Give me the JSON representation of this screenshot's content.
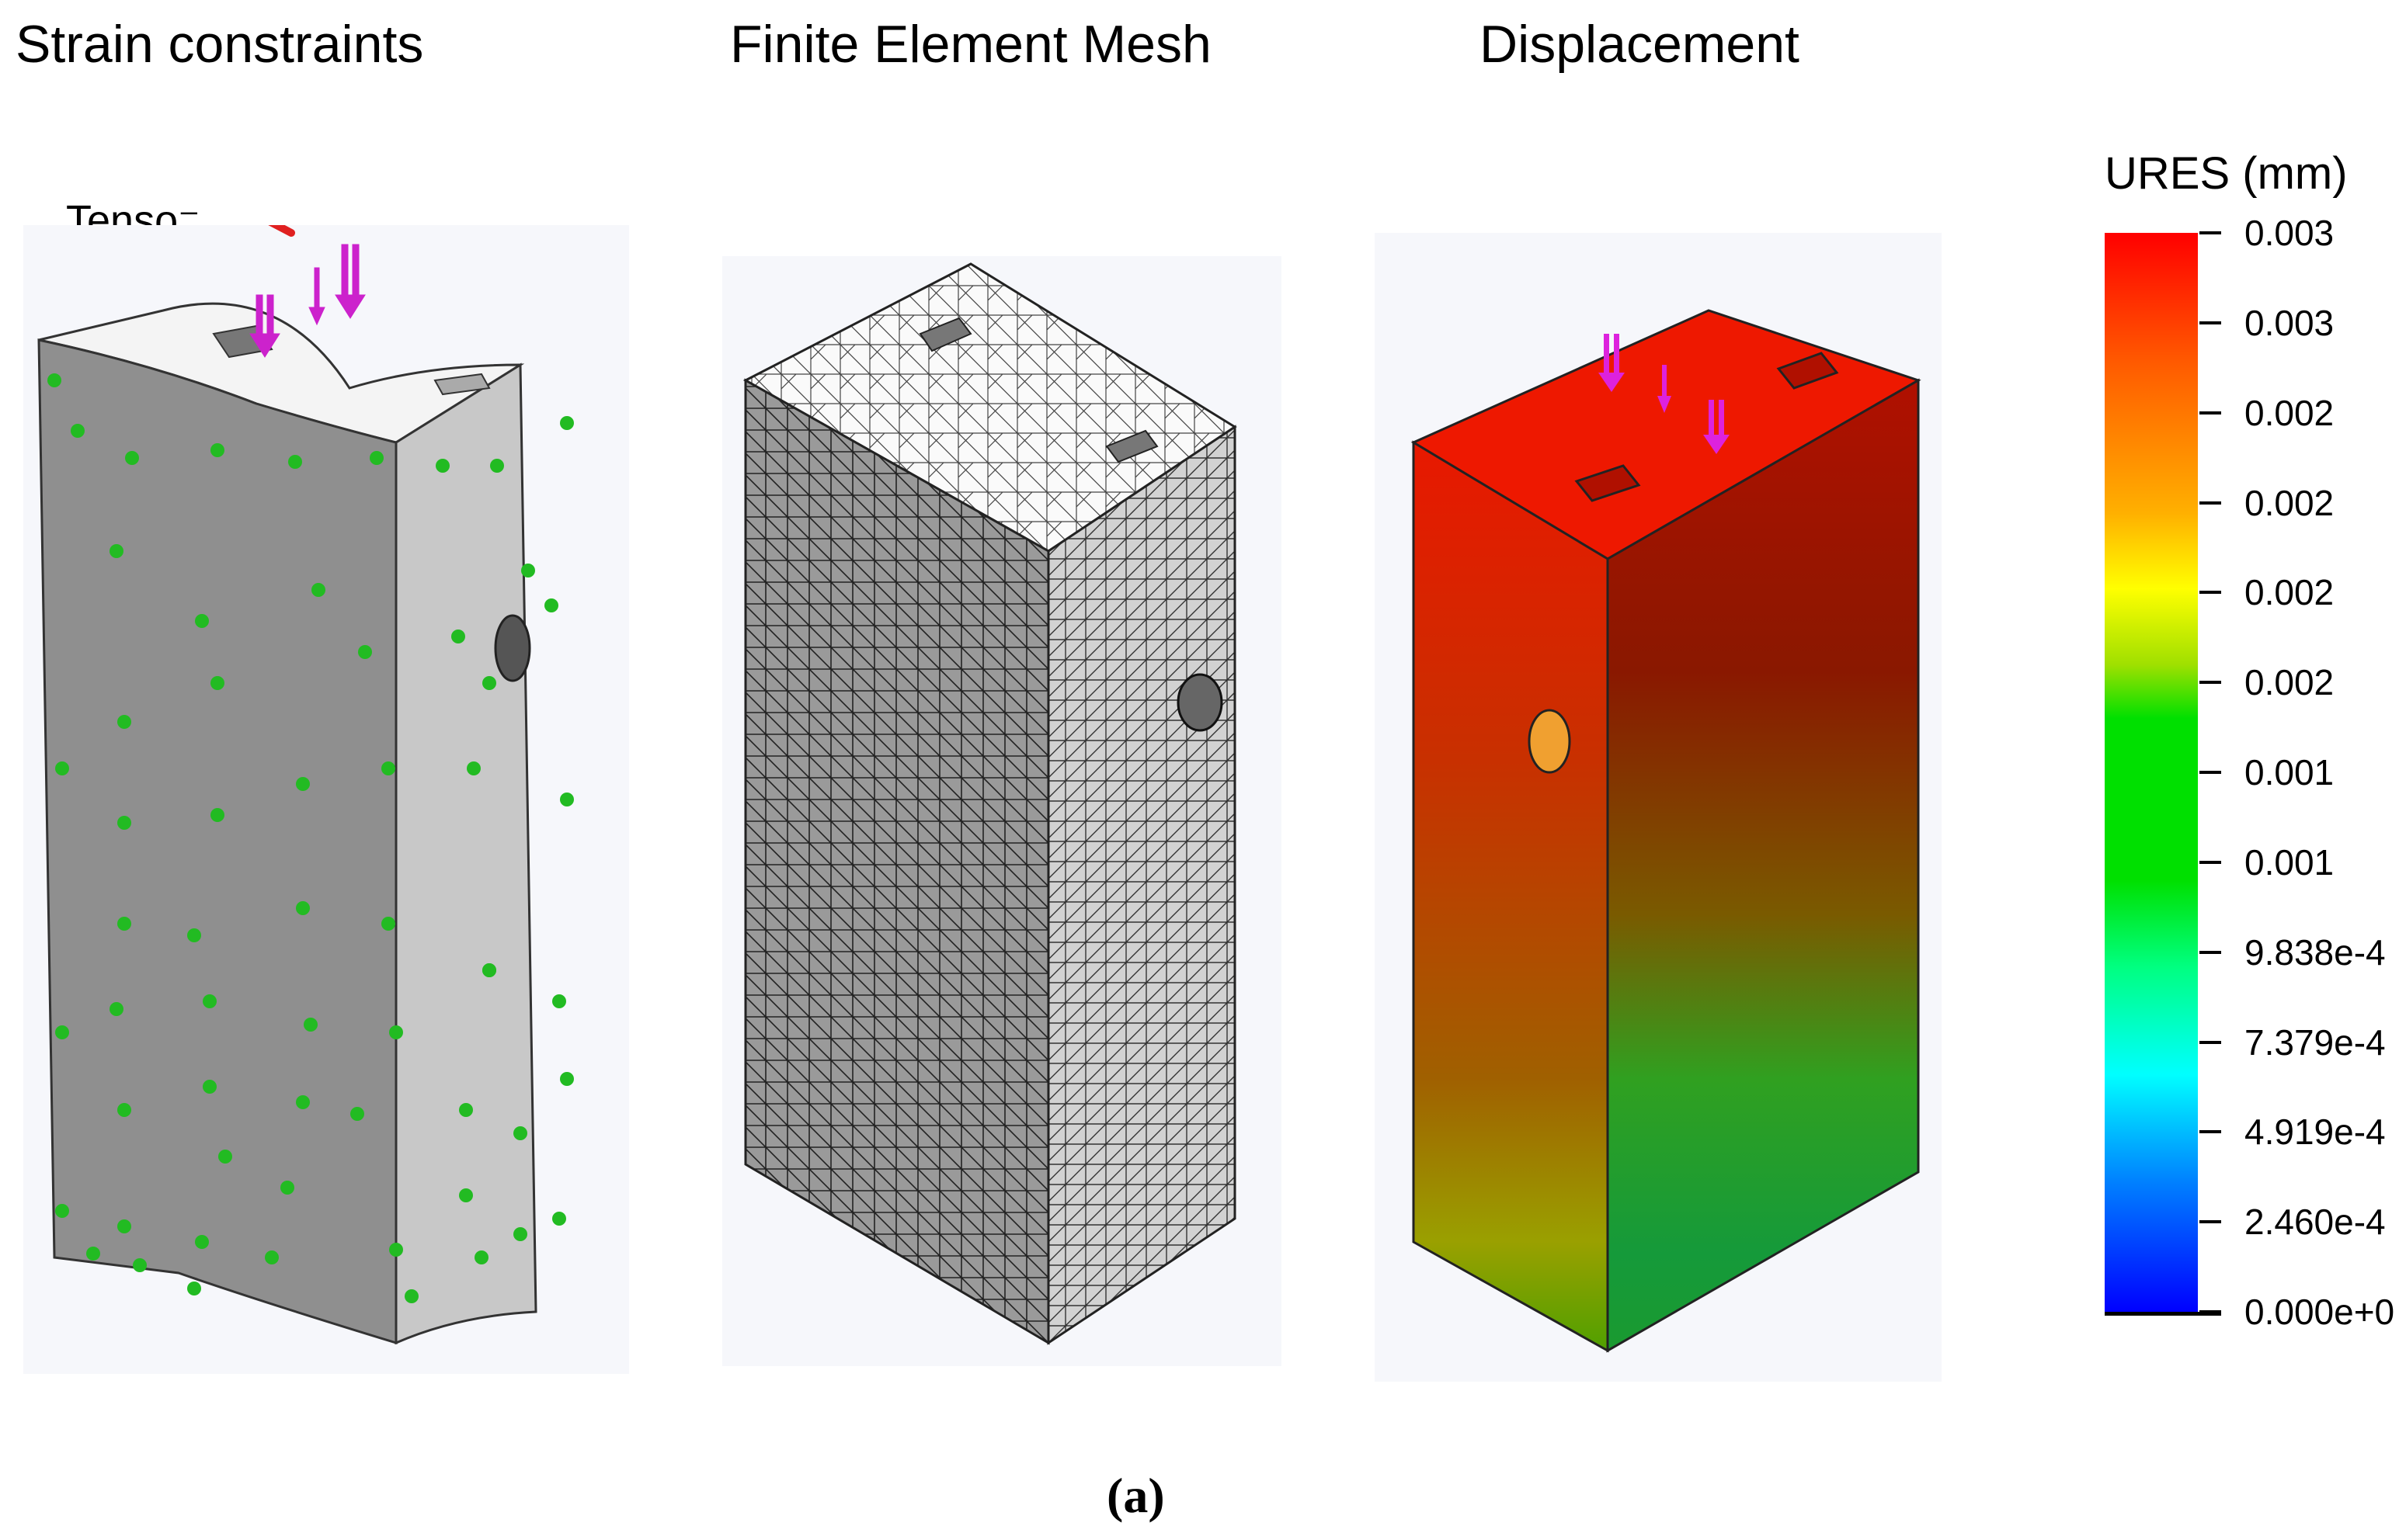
{
  "titles": {
    "strain": "Strain constraints",
    "mesh": "Finite Element Mesh",
    "displacement": "Displacement"
  },
  "annotation": "Tenso⁻",
  "legend": {
    "title": "URES (mm)",
    "ticks": [
      "0.003",
      "0.003",
      "0.002",
      "0.002",
      "0.002",
      "0.002",
      "0.001",
      "0.001",
      "9.838e-4",
      "7.379e-4",
      "4.919e-4",
      "2.460e-4",
      "0.000e+0"
    ]
  },
  "caption": "(a)",
  "colors": {
    "fixture_arrows": "#22bb22",
    "load_arrows": "#cc22cc",
    "indicator_line": "#e02020",
    "max_displacement": "#ff0000",
    "min_displacement": "#0000ff"
  }
}
